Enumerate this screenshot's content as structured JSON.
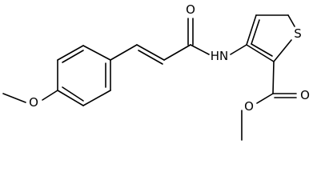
{
  "molecule": {
    "atoms": {
      "ether_oxygen": "O",
      "carbonyl_oxygen_amide": "O",
      "amide_nitrogen": "HN",
      "thiophene_sulfur": "S",
      "ester_carbonyl_oxygen": "O",
      "ester_oxygen": "O"
    },
    "colors": {
      "ink": "#000000",
      "background": "#ffffff"
    }
  }
}
